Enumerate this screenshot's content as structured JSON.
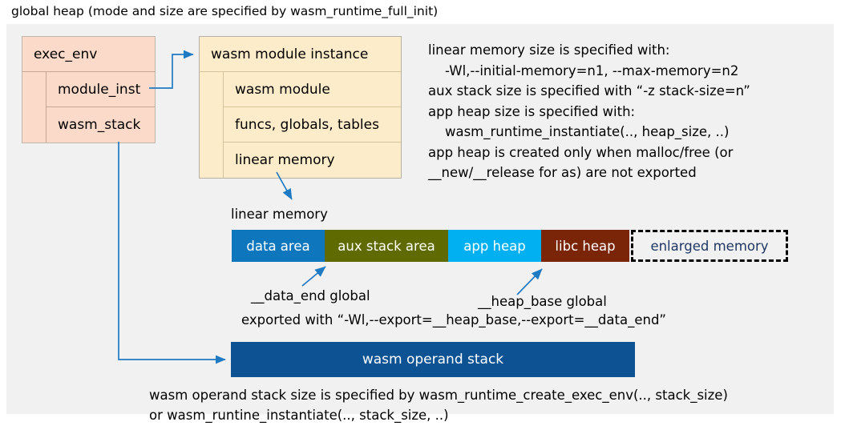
{
  "title": "global heap (mode and size are specified by wasm_runtime_full_init)",
  "colors": {
    "panel_bg": "#f1f1f1",
    "exec_env_fill": "#fbdac9",
    "module_inst_fill": "#fdecca",
    "data_area": "#0e76bc",
    "aux_stack_area": "#5f6b00",
    "app_heap": "#00b0f0",
    "libc_heap": "#7a2408",
    "enlarged_memory_text": "#1f3864",
    "operand_stack": "#0d5293",
    "arrow": "#1f7ac4"
  },
  "exec_env": {
    "header": "exec_env",
    "fields": [
      {
        "label": "module_inst"
      },
      {
        "label": "wasm_stack"
      }
    ]
  },
  "module_instance": {
    "header": "wasm module instance",
    "fields": [
      {
        "label": "wasm module"
      },
      {
        "label": "funcs, globals, tables"
      },
      {
        "label": "linear memory"
      }
    ]
  },
  "note_top": "linear memory size is specified with:\n    -Wl,--initial-memory=n1, --max-memory=n2\naux stack size is specified with “-z stack-size=n”\napp heap size is specified with:\n    wasm_runtime_instantiate(.., heap_size, ..)\napp heap is created only when malloc/free (or\n__new/__release for as) are not exported",
  "linear_memory": {
    "label": "linear memory",
    "segments": [
      {
        "label": "data area",
        "color": "#0e76bc",
        "width": 116
      },
      {
        "label": "aux stack area",
        "color": "#5f6b00",
        "width": 154
      },
      {
        "label": "app heap",
        "color": "#00b0f0",
        "width": 116
      },
      {
        "label": "libc heap",
        "color": "#7a2408",
        "width": 110
      },
      {
        "label": "enlarged memory",
        "color": "#f1f1f1",
        "width": 196,
        "dashed": true
      }
    ]
  },
  "annotations": {
    "data_end": "__data_end global",
    "heap_base": "__heap_base global",
    "exported": "exported with “-Wl,--export=__heap_base,--export=__data_end”"
  },
  "operand_stack": {
    "label": "wasm operand stack"
  },
  "note_bottom": "wasm operand stack size is specified by wasm_runtime_create_exec_env(.., stack_size)\nor wasm_runtine_instantiate(.., stack_size, ..)"
}
